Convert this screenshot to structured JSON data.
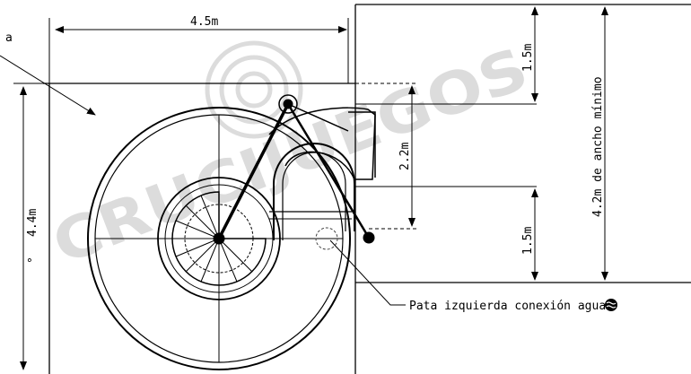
{
  "plan": {
    "width_label": "4.5m",
    "height_label": "4.4m",
    "corner_note": "a",
    "height_note": "°",
    "top_clear_label": "1.5m",
    "bottom_clear_label": "1.5m",
    "stair_gap_label": "2.2m",
    "min_width_label": "4.2m de ancho mínimo",
    "water_connection_label": "Pata izquierda conexión agua"
  },
  "watermark": {
    "text": "CRUCIJUEGOS"
  },
  "colors": {
    "ink": "#000000",
    "dashed": "#444444",
    "watermark": "#d9d9d9"
  }
}
